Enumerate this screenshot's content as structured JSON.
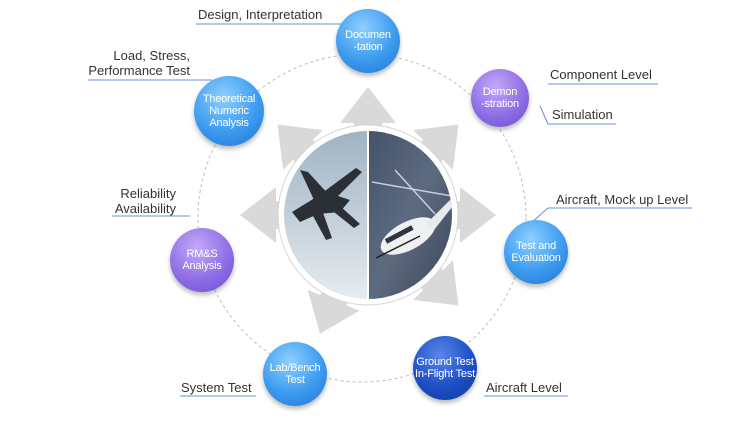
{
  "nodes": [
    {
      "id": "documentation",
      "label": "Documen\n-tation",
      "color": "blue"
    },
    {
      "id": "demonstration",
      "label": "Demon\n-stration",
      "color": "purple"
    },
    {
      "id": "test-evaluation",
      "label": "Test and\nEvaluation",
      "color": "blue"
    },
    {
      "id": "ground-test",
      "label": "Ground Test\nIn-Flight Test",
      "color": "navy"
    },
    {
      "id": "lab-bench",
      "label": "Lab/Bench\nTest",
      "color": "blue"
    },
    {
      "id": "rms-analysis",
      "label": "RM&S\nAnalysis",
      "color": "purple"
    },
    {
      "id": "theoretical",
      "label": "Theoretical\nNumeric\nAnalysis",
      "color": "blue"
    }
  ],
  "captions": {
    "design": "Design, Interpretation",
    "component": "Component Level",
    "simulation": "Simulation",
    "aircraft_mockup": "Aircraft, Mock up Level",
    "aircraft_level": "Aircraft Level",
    "system_test": "System Test",
    "reliability": "Reliability\nAvailability",
    "load_stress": "Load, Stress,\nPerformance Test"
  },
  "colors": {
    "blue": "#3d9bef",
    "purple": "#8f6fe5",
    "navy": "#1d4ec5",
    "arrow": "#d9d9d9",
    "leader_line": "#6a8fd8"
  },
  "center_image": {
    "left": "fighter-jet-photo",
    "right": "helicopter-photo"
  }
}
